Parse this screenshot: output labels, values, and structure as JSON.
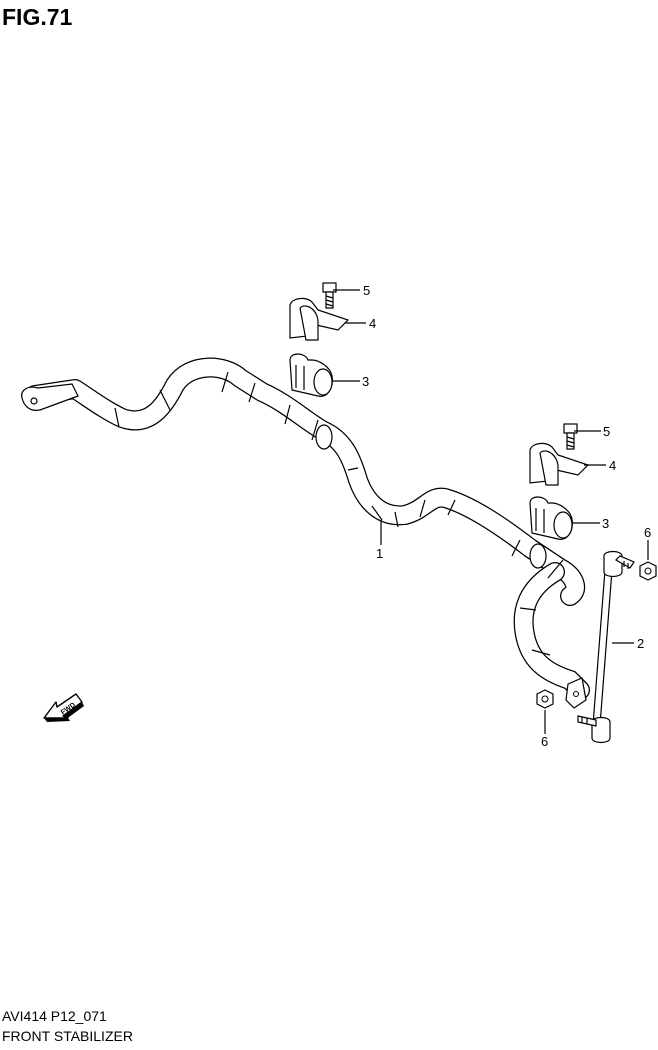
{
  "figure": {
    "title": "FIG.71",
    "code": "AVI414 P12_071",
    "name": "FRONT STABILIZER"
  },
  "callouts": {
    "c1": "1",
    "c2": "2",
    "c3a": "3",
    "c3b": "3",
    "c4a": "4",
    "c4b": "4",
    "c5a": "5",
    "c5b": "5",
    "c6a": "6",
    "c6b": "6"
  },
  "fwd_arrow": {
    "label": "FWD",
    "icon": "fwd-arrow-icon"
  }
}
